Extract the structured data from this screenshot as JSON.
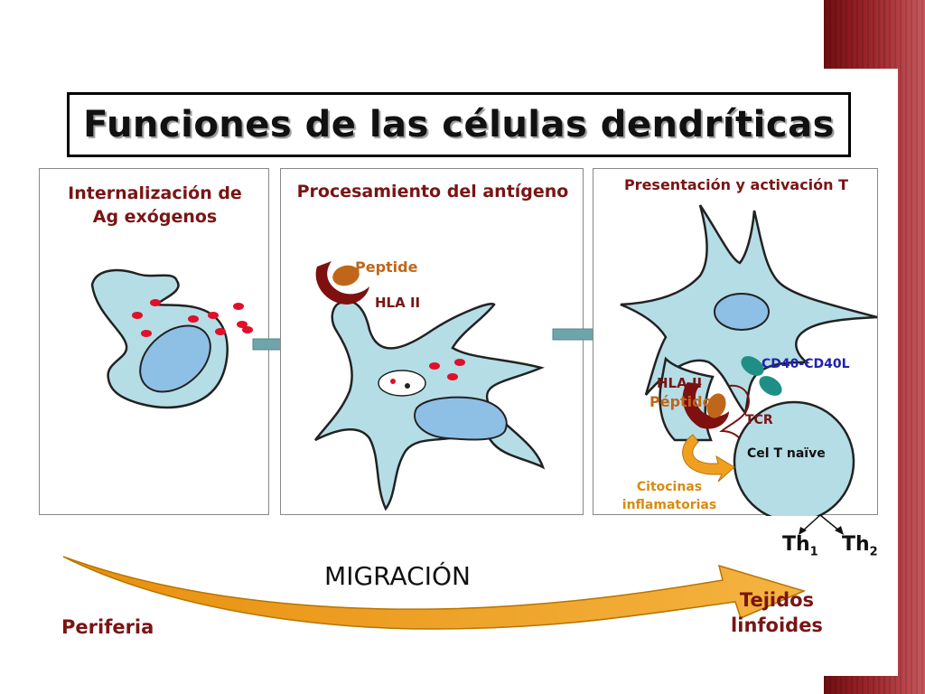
{
  "title": "Funciones de las células dendríticas",
  "panels": [
    {
      "title_line1": "Internalización de",
      "title_line2": "Ag exógenos"
    },
    {
      "title": "Procesamiento del antígeno",
      "peptide_label": "Peptide",
      "hla_label": "HLA II"
    },
    {
      "title": "Presentación y activación T",
      "cd40_label": "CD40-CD40L",
      "hla_label": "HLA II",
      "peptide_label": "Péptido",
      "tcr_label": "TCR",
      "tcell_label": "Cel T naïve",
      "cytokines_line1": "Citocinas",
      "cytokines_line2": "inflamatorias"
    }
  ],
  "th_labels": {
    "th1": "Th",
    "th1_sub": "1",
    "th2": "Th",
    "th2_sub": "2"
  },
  "migration": {
    "label": "MIGRACIÓN",
    "start": "Periferia",
    "end_line1": "Tejidos",
    "end_line2": "linfoides"
  },
  "colors": {
    "cell": "#b5dde6",
    "nucleus": "#8ec0e6",
    "antigen": "#e0102a",
    "hla": "#7e1010",
    "peptide": "#c0661a",
    "cd40": "#1f8f86",
    "arrow": "#6fa4aa",
    "migration": "#f0a020",
    "title_red": "#7a1414",
    "blue_text": "#2222aa"
  }
}
